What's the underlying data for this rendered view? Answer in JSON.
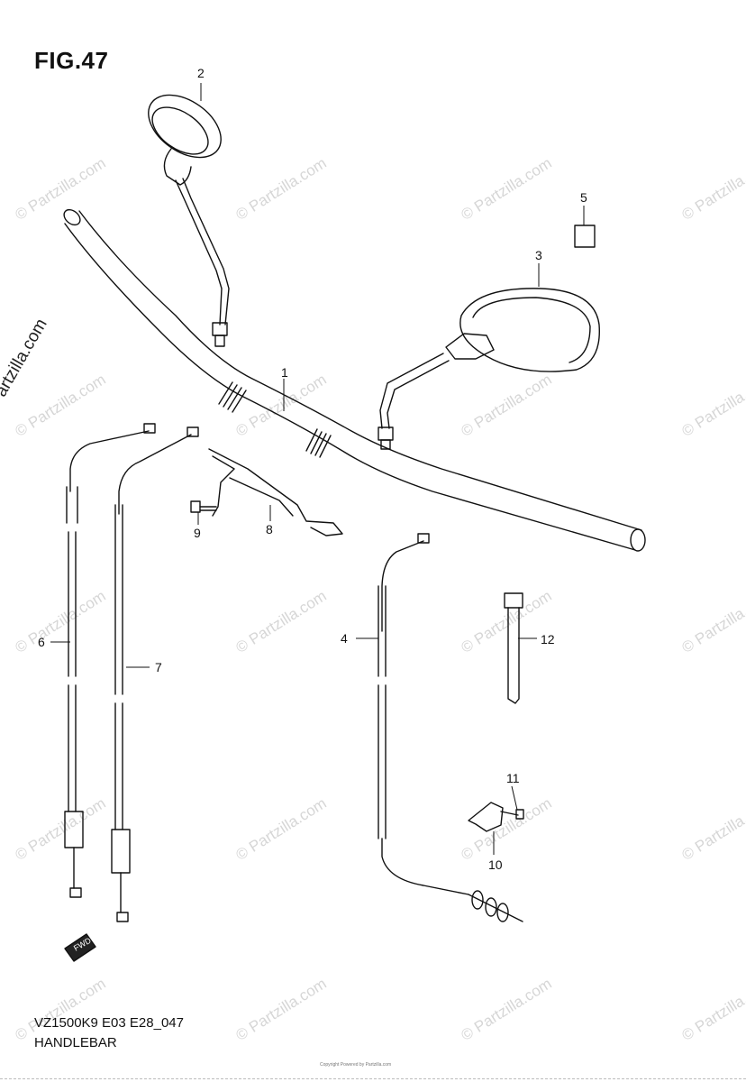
{
  "figure": {
    "title": "FIG.47",
    "diagram_code": "VZ1500K9 E03 E28_047",
    "diagram_name": "HANDLEBAR",
    "side_mark": "© Partzilla.com",
    "copyright_text": "Copyright Powered by Partzilla.com"
  },
  "watermark": "© Partzilla.com",
  "callouts": [
    "1",
    "2",
    "3",
    "4",
    "5",
    "6",
    "7",
    "8",
    "9",
    "10",
    "11",
    "12"
  ],
  "direction_arrow": "FWD"
}
